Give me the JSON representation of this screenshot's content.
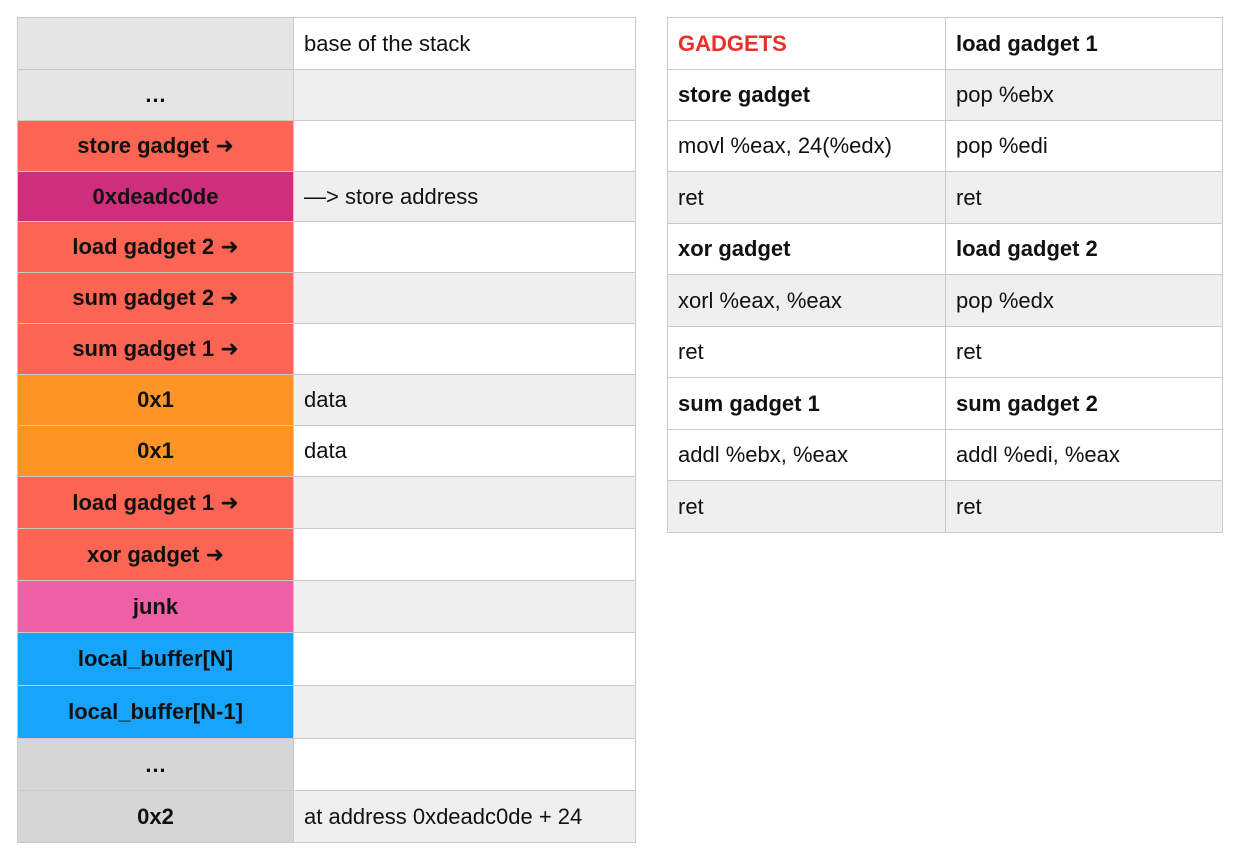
{
  "stack": {
    "rows": [
      {
        "label": "",
        "note": "base of the stack",
        "color": "#e5e5e5"
      },
      {
        "label": "…",
        "note": "",
        "color": "#e5e5e5"
      },
      {
        "label": "store gadget ➜",
        "note": "",
        "color": "#fc6453"
      },
      {
        "label": "0xdeadc0de",
        "note": "—> store address",
        "color": "#cf2e7c"
      },
      {
        "label": "load gadget 2 ➜",
        "note": "",
        "color": "#fc6453"
      },
      {
        "label": "sum gadget 2 ➜",
        "note": "",
        "color": "#fc6453"
      },
      {
        "label": "sum gadget 1 ➜",
        "note": "",
        "color": "#fc6453"
      },
      {
        "label": "0x1",
        "note": "data",
        "color": "#fd9426"
      },
      {
        "label": "0x1",
        "note": "data",
        "color": "#fd9426"
      },
      {
        "label": "load gadget 1 ➜",
        "note": "",
        "color": "#fc6453"
      },
      {
        "label": "xor gadget ➜",
        "note": "",
        "color": "#fc6453"
      },
      {
        "label": "junk",
        "note": "",
        "color": "#ee5fa6"
      },
      {
        "label": "local_buffer[N]",
        "note": "",
        "color": "#17a4fb"
      },
      {
        "label": "local_buffer[N-1]",
        "note": "",
        "color": "#17a4fb"
      },
      {
        "label": "…",
        "note": "",
        "color": "#d6d6d6"
      },
      {
        "label": "0x2",
        "note": "at address 0xdeadc0de + 24",
        "color": "#d6d6d6"
      }
    ]
  },
  "gadgets": {
    "title": "GADGETS",
    "title_color": "#e8302a",
    "left": [
      {
        "text": "GADGETS",
        "kind": "title"
      },
      {
        "text": "store gadget",
        "kind": "hdr"
      },
      {
        "text": "movl %eax, 24(%edx)",
        "kind": "code"
      },
      {
        "text": "ret",
        "kind": "code"
      },
      {
        "text": "xor gadget",
        "kind": "hdr"
      },
      {
        "text": "xorl %eax, %eax",
        "kind": "code"
      },
      {
        "text": "ret",
        "kind": "code"
      },
      {
        "text": "sum gadget 1",
        "kind": "hdr"
      },
      {
        "text": "addl %ebx, %eax",
        "kind": "code"
      },
      {
        "text": "ret",
        "kind": "code"
      }
    ],
    "right": [
      {
        "text": "load gadget 1",
        "kind": "hdr"
      },
      {
        "text": "pop %ebx",
        "kind": "code"
      },
      {
        "text": "pop %edi",
        "kind": "code"
      },
      {
        "text": "ret",
        "kind": "code"
      },
      {
        "text": "load gadget 2",
        "kind": "hdr"
      },
      {
        "text": "pop %edx",
        "kind": "code"
      },
      {
        "text": "ret",
        "kind": "code"
      },
      {
        "text": "sum gadget 2",
        "kind": "hdr"
      },
      {
        "text": "addl %edi, %eax",
        "kind": "code"
      },
      {
        "text": "ret",
        "kind": "code"
      }
    ]
  }
}
